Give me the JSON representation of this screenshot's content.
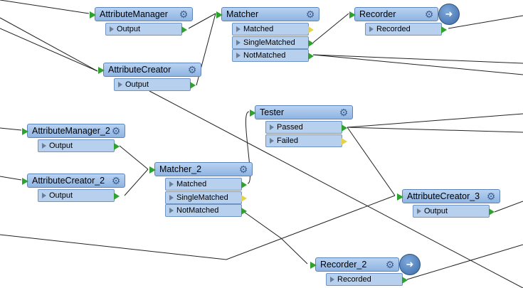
{
  "canvas": {
    "background": "#ffffff"
  },
  "colors": {
    "node_fill": "#a9c6ec",
    "connected_port": "#2ea12e",
    "unused_port": "#e6d24a",
    "wire": "#222222"
  },
  "nodes": {
    "attribute_manager": {
      "title": "AttributeManager",
      "ports": [
        "Output"
      ]
    },
    "matcher": {
      "title": "Matcher",
      "ports": [
        "Matched",
        "SingleMatched",
        "NotMatched"
      ]
    },
    "recorder": {
      "title": "Recorder",
      "ports": [
        "Recorded"
      ],
      "icon": "database-icon"
    },
    "attribute_creator": {
      "title": "AttributeCreator",
      "ports": [
        "Output"
      ]
    },
    "tester": {
      "title": "Tester",
      "ports": [
        "Passed",
        "Failed"
      ]
    },
    "attribute_manager_2": {
      "title": "AttributeManager_2",
      "ports": [
        "Output"
      ]
    },
    "attribute_creator_2": {
      "title": "AttributeCreator_2",
      "ports": [
        "Output"
      ]
    },
    "matcher_2": {
      "title": "Matcher_2",
      "ports": [
        "Matched",
        "SingleMatched",
        "NotMatched"
      ]
    },
    "attribute_creator_3": {
      "title": "AttributeCreator_3",
      "ports": [
        "Output"
      ]
    },
    "recorder_2": {
      "title": "Recorder_2",
      "ports": [
        "Recorded"
      ],
      "icon": "database-icon"
    }
  }
}
